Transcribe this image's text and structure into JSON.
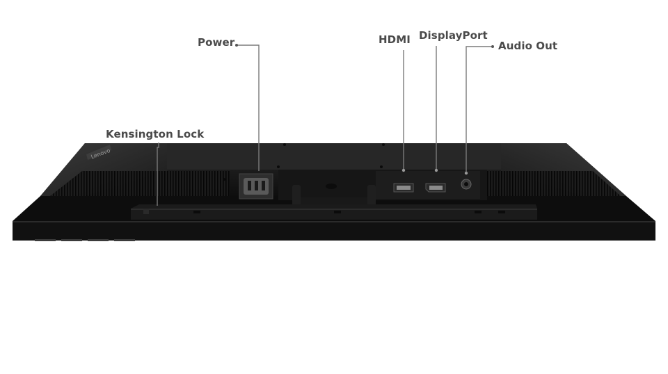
{
  "callouts": {
    "power": "Power",
    "kensington_lock": "Kensington Lock",
    "hdmi": "HDMI",
    "displayport": "DisplayPort",
    "audio_out": "Audio Out"
  },
  "brand_mark": "Lenovo",
  "colors": {
    "background": "#ffffff",
    "monitor_body": "#141414",
    "label_text": "#4a4a4a",
    "leader_line": "#7a7a7a"
  }
}
